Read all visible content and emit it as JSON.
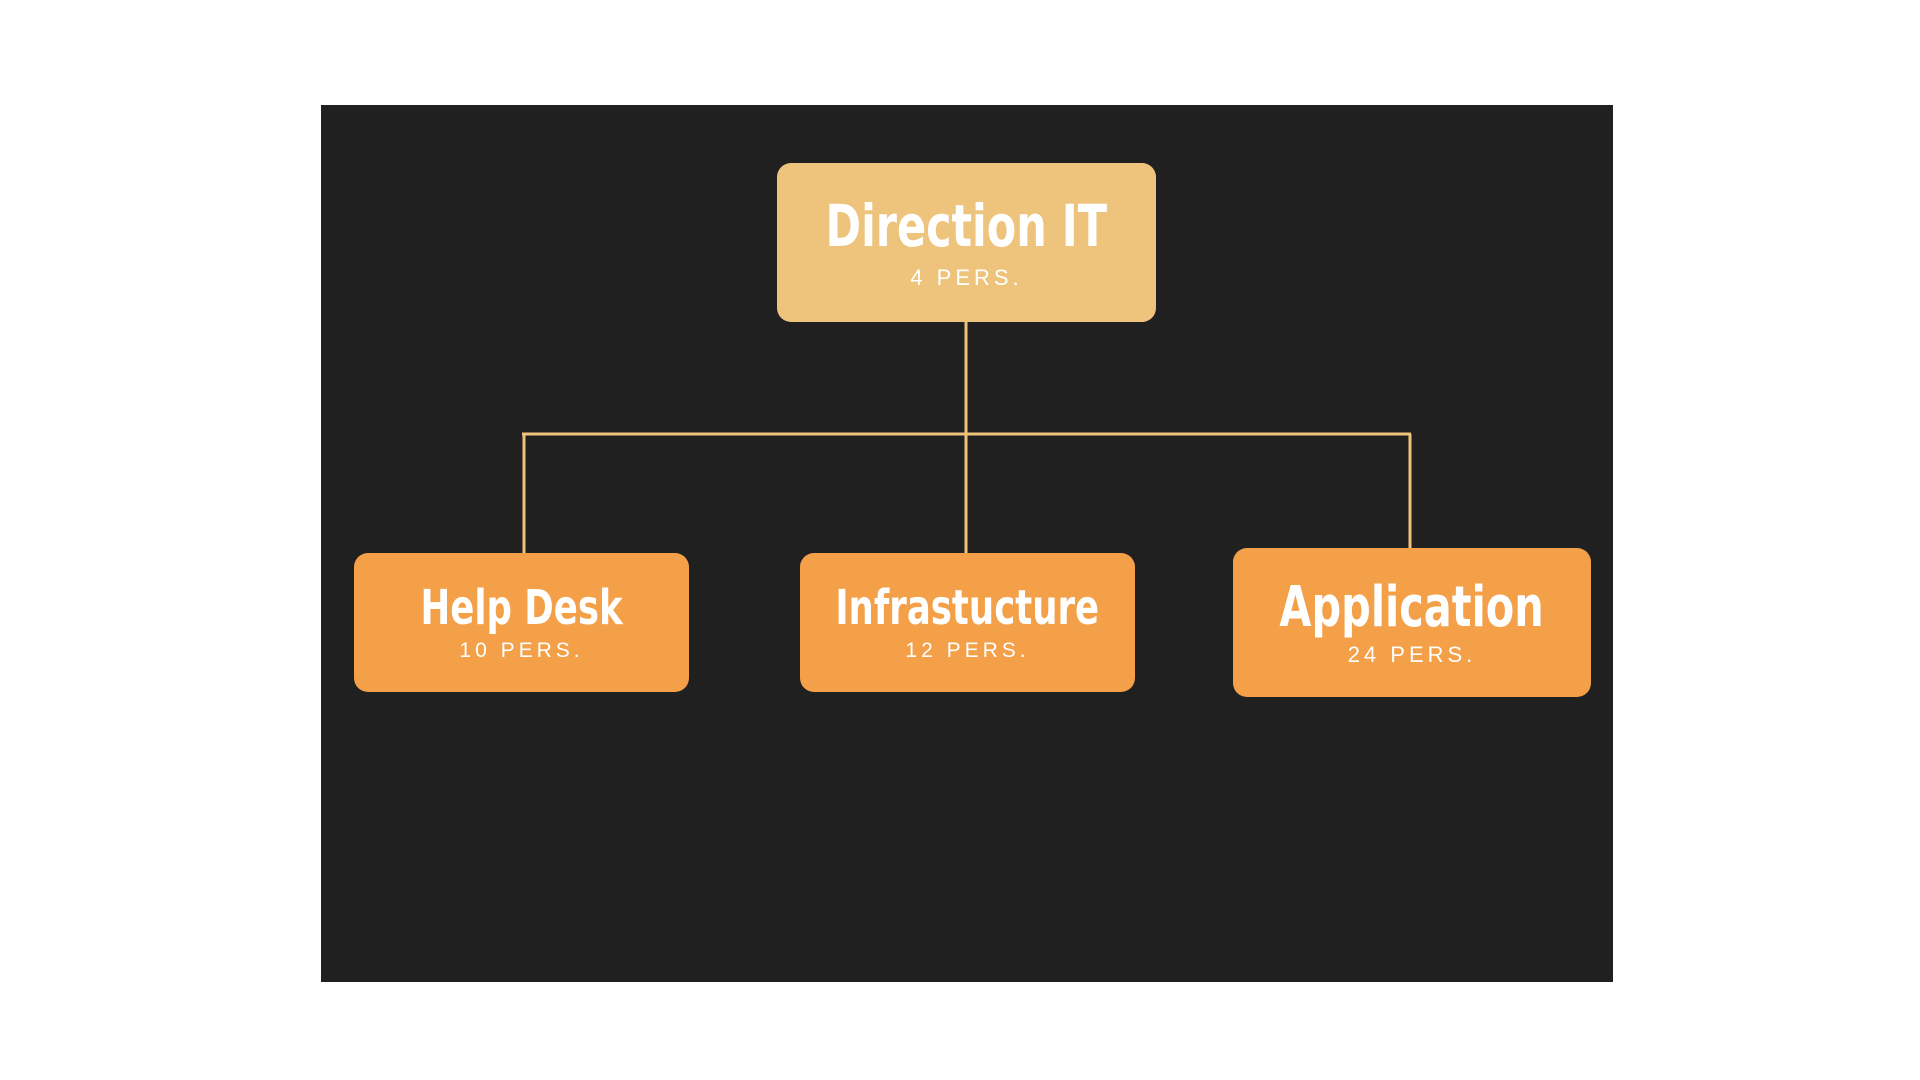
{
  "colors": {
    "background": "#202020",
    "root_fill": "#eec47c",
    "child_fill": "#f3a049",
    "connector": "#efc27a",
    "text": "#ffffff"
  },
  "org_chart": {
    "root": {
      "title": "Direction IT",
      "count": "4 PERS."
    },
    "children": [
      {
        "title": "Help Desk",
        "count": "10 PERS."
      },
      {
        "title": "Infrastucture",
        "count": "12 PERS."
      },
      {
        "title": "Application",
        "count": "24 PERS."
      }
    ]
  }
}
